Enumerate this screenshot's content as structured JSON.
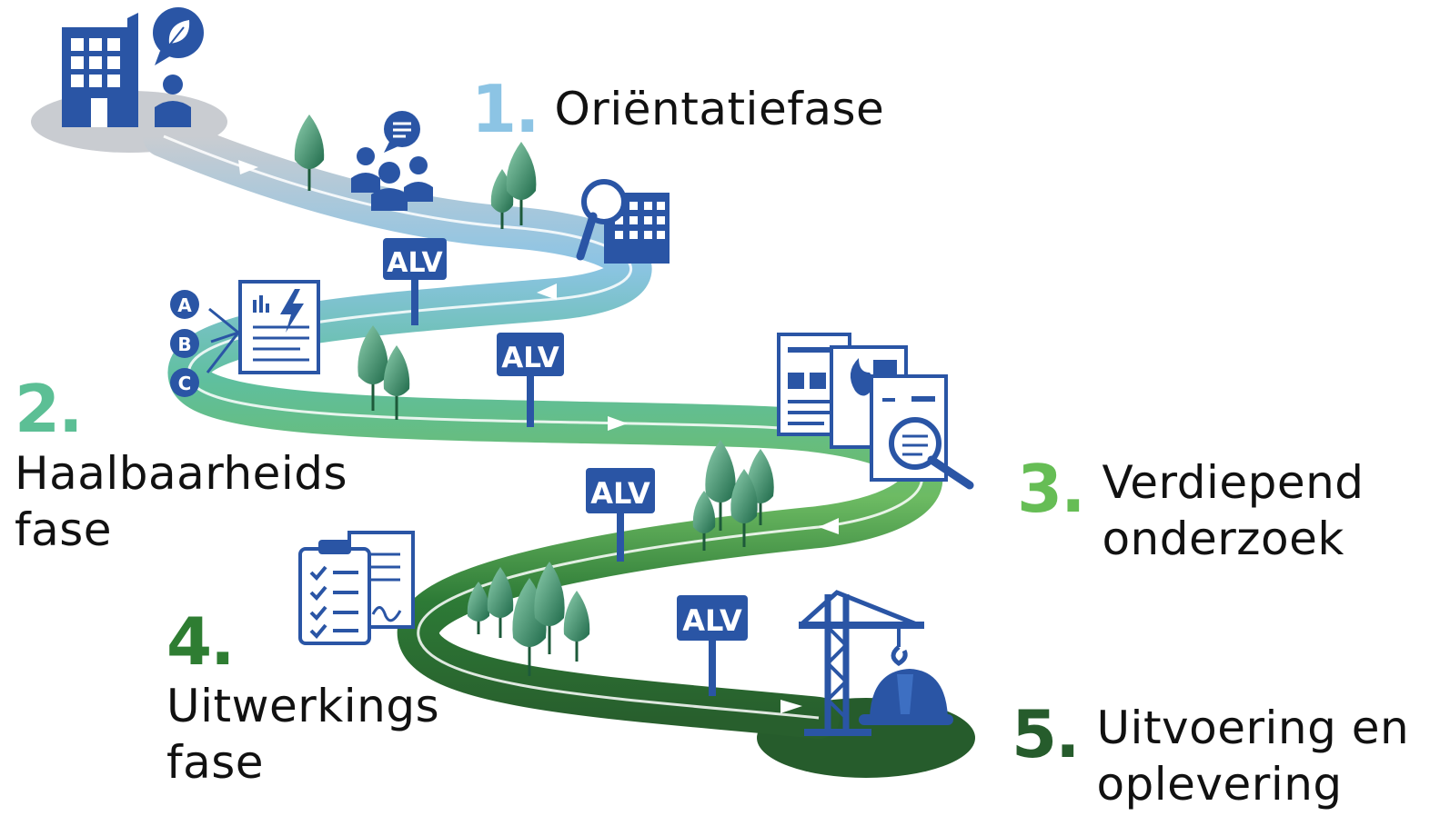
{
  "colors": {
    "blue_icon": "#2a55a5",
    "road_grey": "#c9ccd1",
    "road_lightblue": "#8cc4e4",
    "road_teal": "#5fbf9e",
    "road_green": "#6dbb63",
    "road_darkgreen": "#2d7a36",
    "num1": "#8cc4e4",
    "num2": "#5cbf95",
    "num3": "#66bd55",
    "num4": "#2e7d32",
    "num5": "#265c2c"
  },
  "phases": [
    {
      "number": "1.",
      "label_lines": [
        "Oriëntatiefase"
      ]
    },
    {
      "number": "2.",
      "label_lines": [
        "Haalbaarheids",
        "fase"
      ]
    },
    {
      "number": "3.",
      "label_lines": [
        "Verdiepend",
        "onderzoek"
      ]
    },
    {
      "number": "4.",
      "label_lines": [
        "Uitwerkings",
        "fase"
      ]
    },
    {
      "number": "5.",
      "label_lines": [
        "Uitvoering en",
        "oplevering"
      ]
    }
  ],
  "signs": [
    "ALV",
    "ALV",
    "ALV",
    "ALV"
  ],
  "options": [
    "A",
    "B",
    "C"
  ],
  "icons": [
    "office-building-icon",
    "leaf-speech-icon",
    "person-icon",
    "group-chat-icon",
    "building-search-icon",
    "energy-report-icon",
    "documents-inspection-icon",
    "checklist-contract-icon",
    "construction-crane-icon",
    "hard-hat-icon",
    "tree-icon"
  ]
}
